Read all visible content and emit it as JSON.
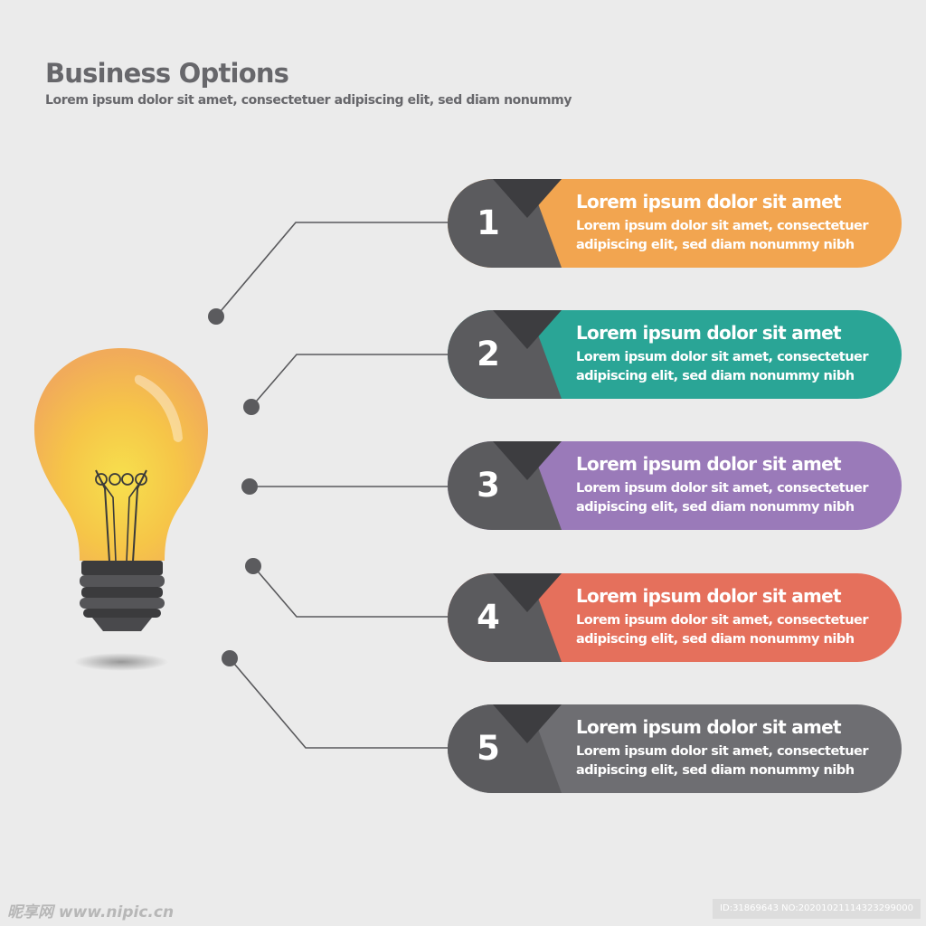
{
  "header": {
    "title": "Business Options",
    "subtitle": "Lorem ipsum dolor sit amet, consectetuer adipiscing elit, sed diam nonummy"
  },
  "colors": {
    "background": "#ebebeb",
    "dark_tab": "#5b5b5e",
    "dark_fold": "#3d3d40",
    "connector": "#59595c"
  },
  "options": [
    {
      "number": "1",
      "title": "Lorem ipsum dolor sit amet",
      "desc_line1": "Lorem ipsum dolor sit amet, consectetuer",
      "desc_line2": "adipiscing elit, sed diam nonummy nibh",
      "color": "#f2a550"
    },
    {
      "number": "2",
      "title": "Lorem ipsum dolor sit amet",
      "desc_line1": "Lorem ipsum dolor sit amet, consectetuer",
      "desc_line2": "adipiscing elit, sed diam nonummy nibh",
      "color": "#2aa596"
    },
    {
      "number": "3",
      "title": "Lorem ipsum dolor sit amet",
      "desc_line1": "Lorem ipsum dolor sit amet, consectetuer",
      "desc_line2": "adipiscing elit, sed diam nonummy nibh",
      "color": "#9a7ab9"
    },
    {
      "number": "4",
      "title": "Lorem ipsum dolor sit amet",
      "desc_line1": "Lorem ipsum dolor sit amet, consectetuer",
      "desc_line2": "adipiscing elit, sed diam nonummy nibh",
      "color": "#e5705c"
    },
    {
      "number": "5",
      "title": "Lorem ipsum dolor sit amet",
      "desc_line1": "Lorem ipsum dolor sit amet, consectetuer",
      "desc_line2": "adipiscing elit, sed diam nonummy nibh",
      "color": "#6e6e72"
    }
  ],
  "icon": "lightbulb-icon",
  "watermark": {
    "left": "昵享网 www.nipic.cn",
    "right": "ID:31869643 NO:20201021114323299000"
  }
}
